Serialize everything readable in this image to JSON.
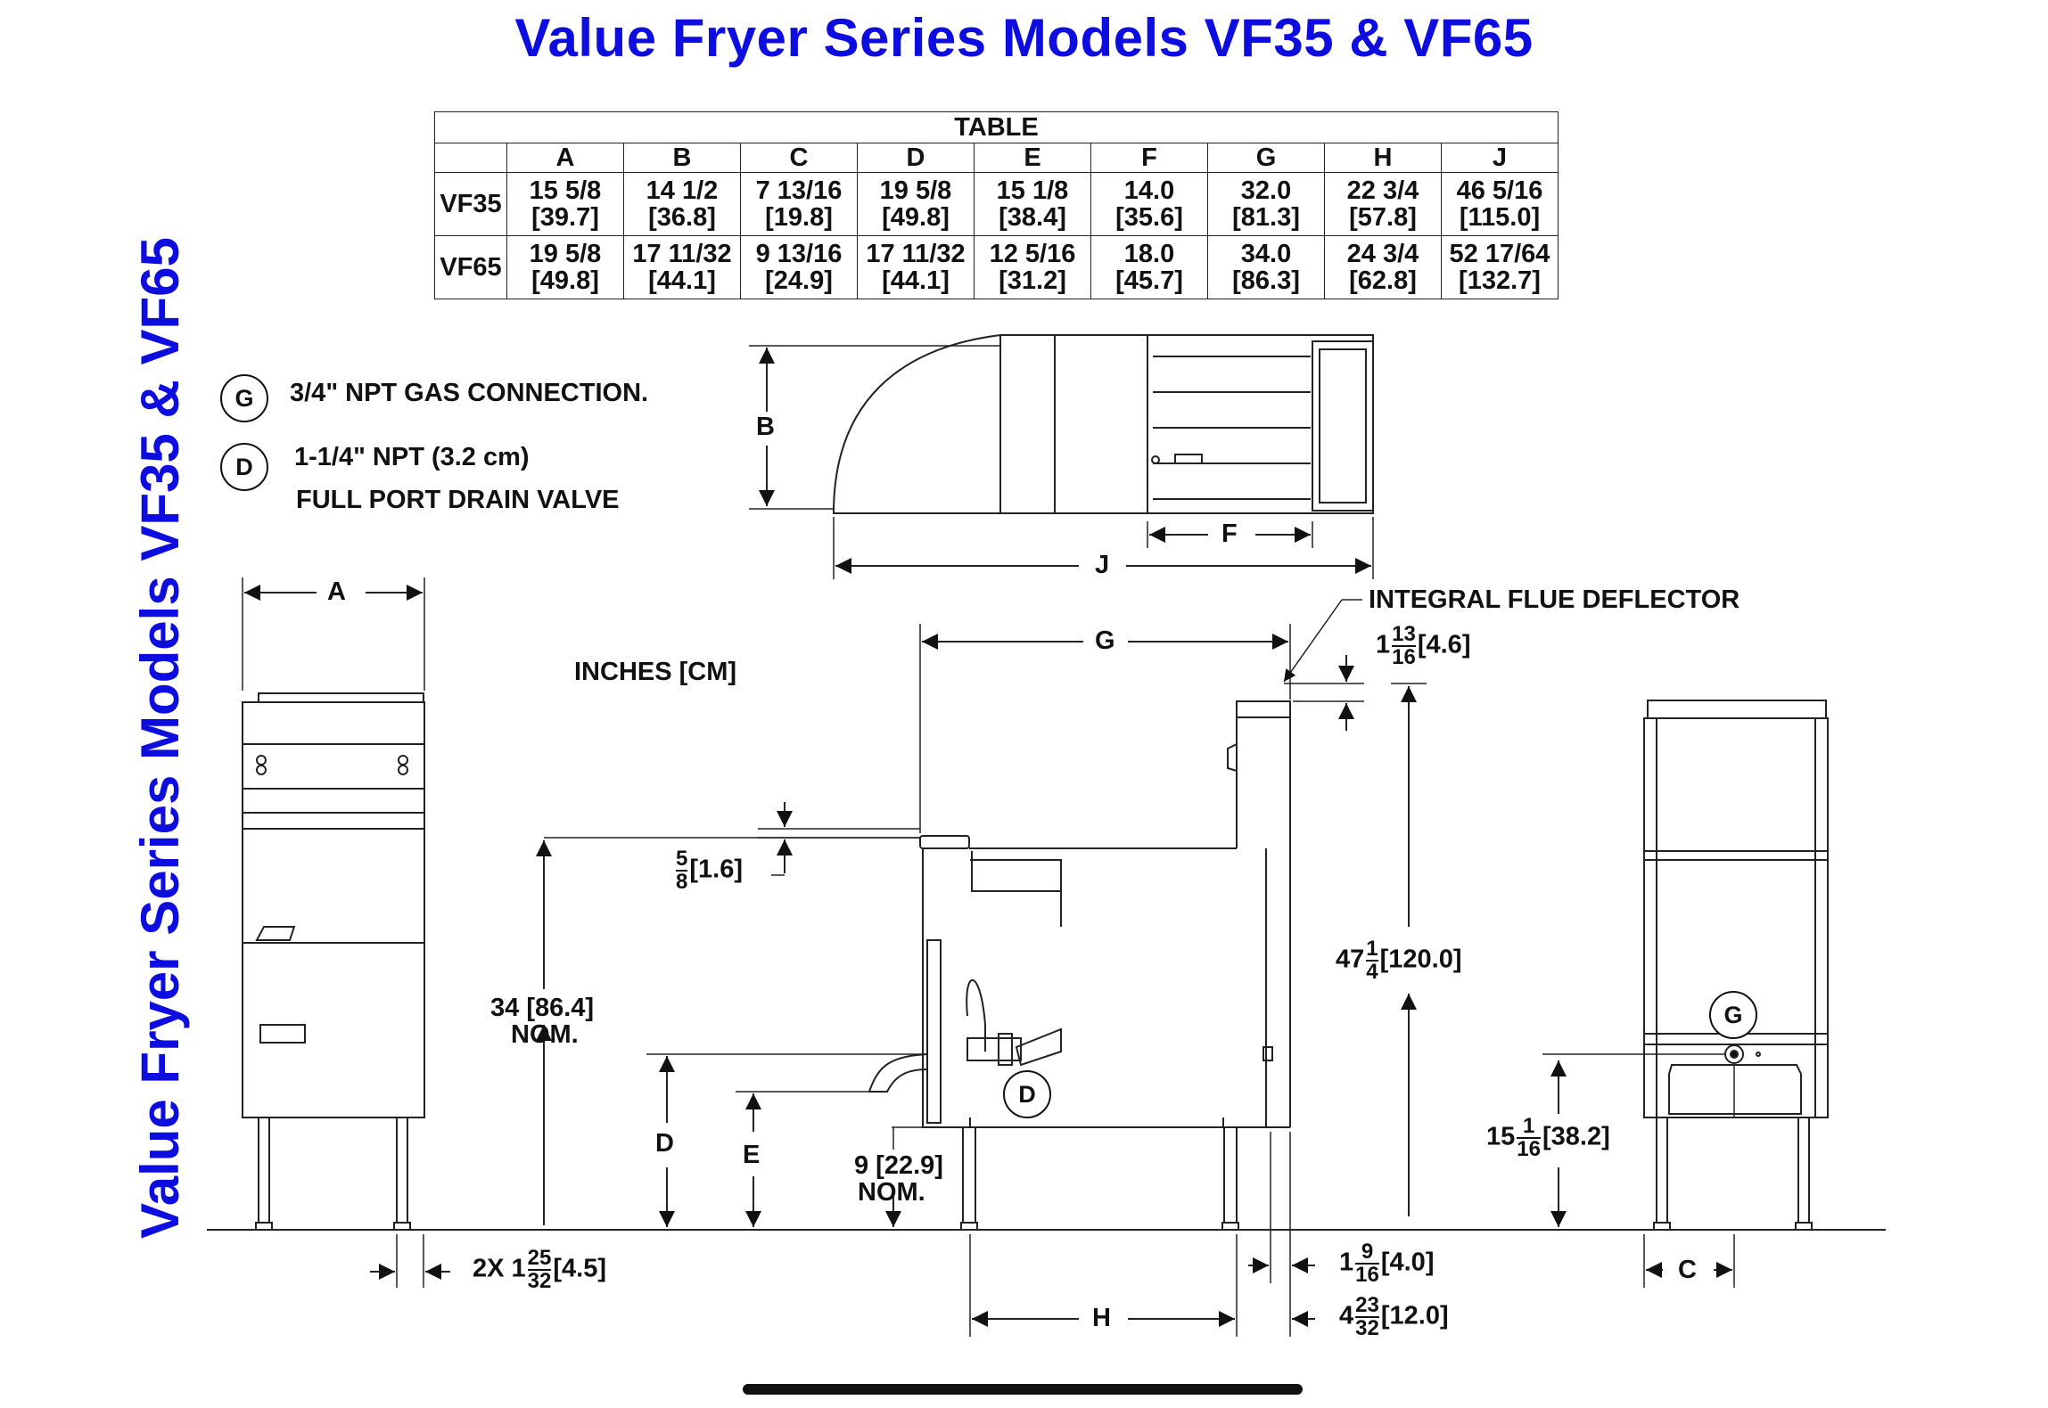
{
  "title": "Value Fryer Series Models VF35 & VF65",
  "side_title": "Value Fryer Series Models VF35 & VF65",
  "table": {
    "caption": "TABLE",
    "columns": [
      "A",
      "B",
      "C",
      "D",
      "E",
      "F",
      "G",
      "H",
      "J"
    ],
    "rows": [
      {
        "model": "VF35",
        "values": [
          [
            "15 5/8",
            "[39.7]"
          ],
          [
            "14 1/2",
            "[36.8]"
          ],
          [
            "7 13/16",
            "[19.8]"
          ],
          [
            "19 5/8",
            "[49.8]"
          ],
          [
            "15 1/8",
            "[38.4]"
          ],
          [
            "14.0",
            "[35.6]"
          ],
          [
            "32.0",
            "[81.3]"
          ],
          [
            "22 3/4",
            "[57.8]"
          ],
          [
            "46 5/16",
            "[115.0]"
          ]
        ]
      },
      {
        "model": "VF65",
        "values": [
          [
            "19 5/8",
            "[49.8]"
          ],
          [
            "17 11/32",
            "[44.1]"
          ],
          [
            "9 13/16",
            "[24.9]"
          ],
          [
            "17 11/32",
            "[44.1]"
          ],
          [
            "12 5/16",
            "[31.2]"
          ],
          [
            "18.0",
            "[45.7]"
          ],
          [
            "34.0",
            "[86.3]"
          ],
          [
            "24 3/4",
            "[62.8]"
          ],
          [
            "52 17/64",
            "[132.7]"
          ]
        ]
      }
    ]
  },
  "legend": {
    "g_symbol": "G",
    "g_text": "3/4\" NPT GAS CONNECTION.",
    "d_symbol": "D",
    "d_text_1": "1-1/4\"  NPT  (3.2 cm)",
    "d_text_2": "FULL PORT DRAIN VALVE"
  },
  "units_note": "INCHES [CM]",
  "dims": {
    "A": "A",
    "B": "B",
    "C": "C",
    "D": "D",
    "E": "E",
    "F": "F",
    "G": "G",
    "H": "H",
    "J": "J",
    "flue": "INTEGRAL FLUE DEFLECTOR",
    "flue_whole": "1",
    "flue_num": "13",
    "flue_den": "16",
    "flue_cm": "[4.6]",
    "top_num": "5",
    "top_den": "8",
    "top_cm": "[1.6]",
    "height_whole": "47",
    "height_num": "1",
    "height_den": "4",
    "height_cm": "[120.0]",
    "nom_1": "34 [86.4]",
    "nom_2": "NOM.",
    "floor_1": "9 [22.9]",
    "floor_2": "NOM.",
    "gas_whole": "15",
    "gas_num": "1",
    "gas_den": "16",
    "gas_cm": "[38.2]",
    "leg_prefix": "2X 1",
    "leg_num": "25",
    "leg_den": "32",
    "leg_cm": "[4.5]",
    "back1_whole": "1",
    "back1_num": "9",
    "back1_den": "16",
    "back1_cm": "[4.0]",
    "back2_whole": "4",
    "back2_num": "23",
    "back2_den": "32",
    "back2_cm": "[12.0]"
  }
}
